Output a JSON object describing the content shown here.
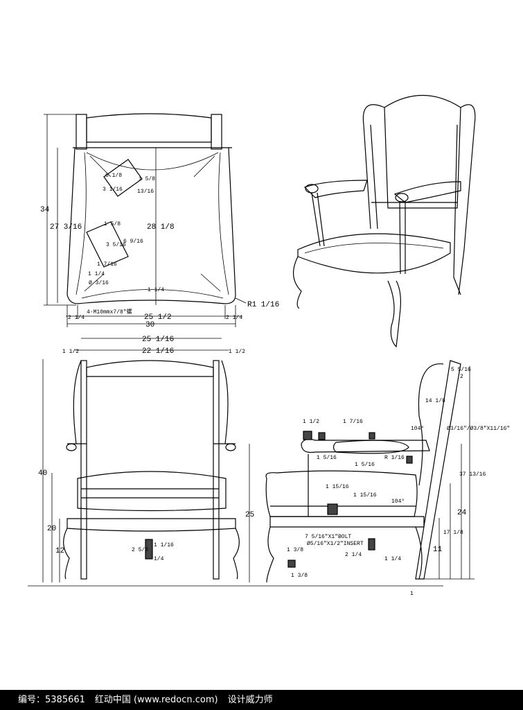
{
  "plan_view": {
    "dims": {
      "overall_depth": "34",
      "seat_depth": "27 3/16",
      "center_depth": "28 1/8",
      "overall_width": "30",
      "inner_width": "25 1/2",
      "left_offset": "2 1/4",
      "right_offset": "2 1/4",
      "radius": "R1 1/16",
      "rail_gap": "1 1/4",
      "hole_dia": "Ø 3/16",
      "corner": "1 1/4",
      "bolt_note": "4-M10mmx7/8\"螺",
      "block1_a": "6 1/8",
      "block1_b": "1 5/8",
      "block1_c": "3 1/16",
      "block1_d": "13/16",
      "block2_a": "1 5/8",
      "block2_b": "6 9/16",
      "block2_c": "3 5/16",
      "block2_d": "1 7/16"
    }
  },
  "front_view": {
    "dims": {
      "outer_width": "25 1/16",
      "inner_width": "22 1/16",
      "left_post": "1 1/2",
      "right_post": "1 1/2",
      "total_height": "40",
      "seat_height": "20",
      "rail_height": "12",
      "arm_height": "25",
      "section_a": "2 5/8",
      "section_b": "1 1/16",
      "section_c": "1/4"
    }
  },
  "side_view": {
    "dims": {
      "top_offset": "5 5/16",
      "top_thick": "2",
      "back_length": "14 1/8",
      "angle_back": "104°",
      "angle_seat": "104°",
      "hole_note": "Ø3/16\"/Ø3/8\"X11/16\"",
      "arm_w": "1 1/2",
      "arm_t": "1 7/16",
      "arm_r": "R 1/16",
      "arm_a": "1 5/16",
      "arm_b": "1 5/16",
      "total_height": "37 13/16",
      "arm_height": "24",
      "seat_height": "17 1/8",
      "rail_height": "11",
      "seat_a": "1 15/16",
      "seat_b": "1 15/16",
      "bolt_note": "7 5/16\"X1\"BOLT",
      "insert_note": "Ø5/16\"X1/2\"INSERT",
      "rail_a": "2 1/4",
      "rail_b": "1 1/4",
      "leg_a": "1 3/8",
      "leg_b": "1 3/8",
      "floor": "1"
    }
  },
  "footer": {
    "id_label": "编号：5385661",
    "site": "红动中国 (www.redocn.com)",
    "author": "设计威力师"
  }
}
